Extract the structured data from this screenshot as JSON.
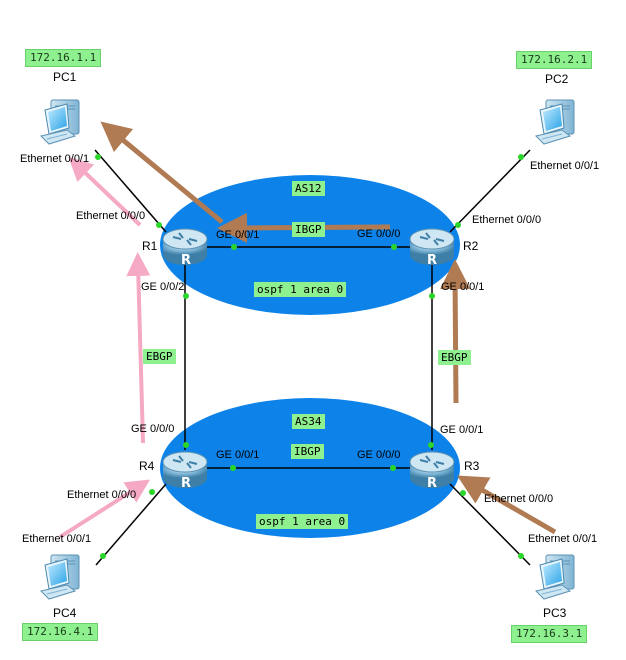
{
  "colors": {
    "area_fill": "#0d83e9",
    "tag_green": "#8ff08f",
    "arrow_brown": "#b07a52",
    "arrow_pink": "#f5a9c4",
    "link": "#000000",
    "port_dot": "#2bd62b"
  },
  "as_upper": {
    "name": "AS12",
    "ibgp": "IBGP",
    "ospf": "ospf 1 area 0"
  },
  "as_lower": {
    "name": "AS34",
    "ibgp": "IBGP",
    "ospf": "ospf 1 area 0"
  },
  "ebgp_left": "EBGP",
  "ebgp_right": "EBGP",
  "pcs": {
    "pc1": {
      "name": "PC1",
      "ip": "172.16.1.1",
      "port": "Ethernet 0/0/1",
      "icon": "desktop-pc-icon"
    },
    "pc2": {
      "name": "PC2",
      "ip": "172.16.2.1",
      "port": "Ethernet 0/0/1",
      "icon": "desktop-pc-icon"
    },
    "pc3": {
      "name": "PC3",
      "ip": "172.16.3.1",
      "port": "Ethernet 0/0/1",
      "icon": "desktop-pc-icon"
    },
    "pc4": {
      "name": "PC4",
      "ip": "172.16.4.1",
      "port": "Ethernet 0/0/1",
      "icon": "desktop-pc-icon"
    }
  },
  "routers": {
    "r1": {
      "name": "R1",
      "glyph": "R",
      "eth": "Ethernet 0/0/0",
      "ge_right": "GE 0/0/1",
      "ge_down": "GE 0/0/2",
      "icon": "router-icon"
    },
    "r2": {
      "name": "R2",
      "glyph": "R",
      "eth": "Ethernet 0/0/0",
      "ge_left": "GE 0/0/0",
      "ge_down": "GE 0/0/1",
      "icon": "router-icon"
    },
    "r3": {
      "name": "R3",
      "glyph": "R",
      "eth": "Ethernet 0/0/0",
      "ge_left": "GE 0/0/0",
      "ge_up": "GE 0/0/1",
      "icon": "router-icon"
    },
    "r4": {
      "name": "R4",
      "glyph": "R",
      "eth": "Ethernet 0/0/0",
      "ge_right": "GE 0/0/1",
      "ge_up": "GE 0/0/0",
      "icon": "router-icon"
    }
  }
}
